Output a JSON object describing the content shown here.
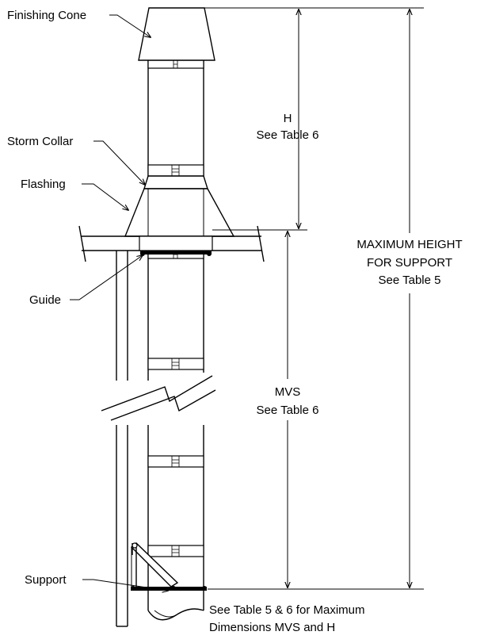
{
  "labels": {
    "finishing_cone": "Finishing Cone",
    "storm_collar": "Storm Collar",
    "flashing": "Flashing",
    "guide": "Guide",
    "support": "Support"
  },
  "dimensions": {
    "h_label": "H",
    "h_ref": "See Table 6",
    "max_line1": "MAXIMUM HEIGHT",
    "max_line2": "FOR SUPPORT",
    "max_ref": "See Table 5",
    "mvs_label": "MVS",
    "mvs_ref": "See Table 6"
  },
  "footnote": {
    "line1": "See Table 5 & 6 for Maximum",
    "line2": "Dimensions MVS and H"
  }
}
